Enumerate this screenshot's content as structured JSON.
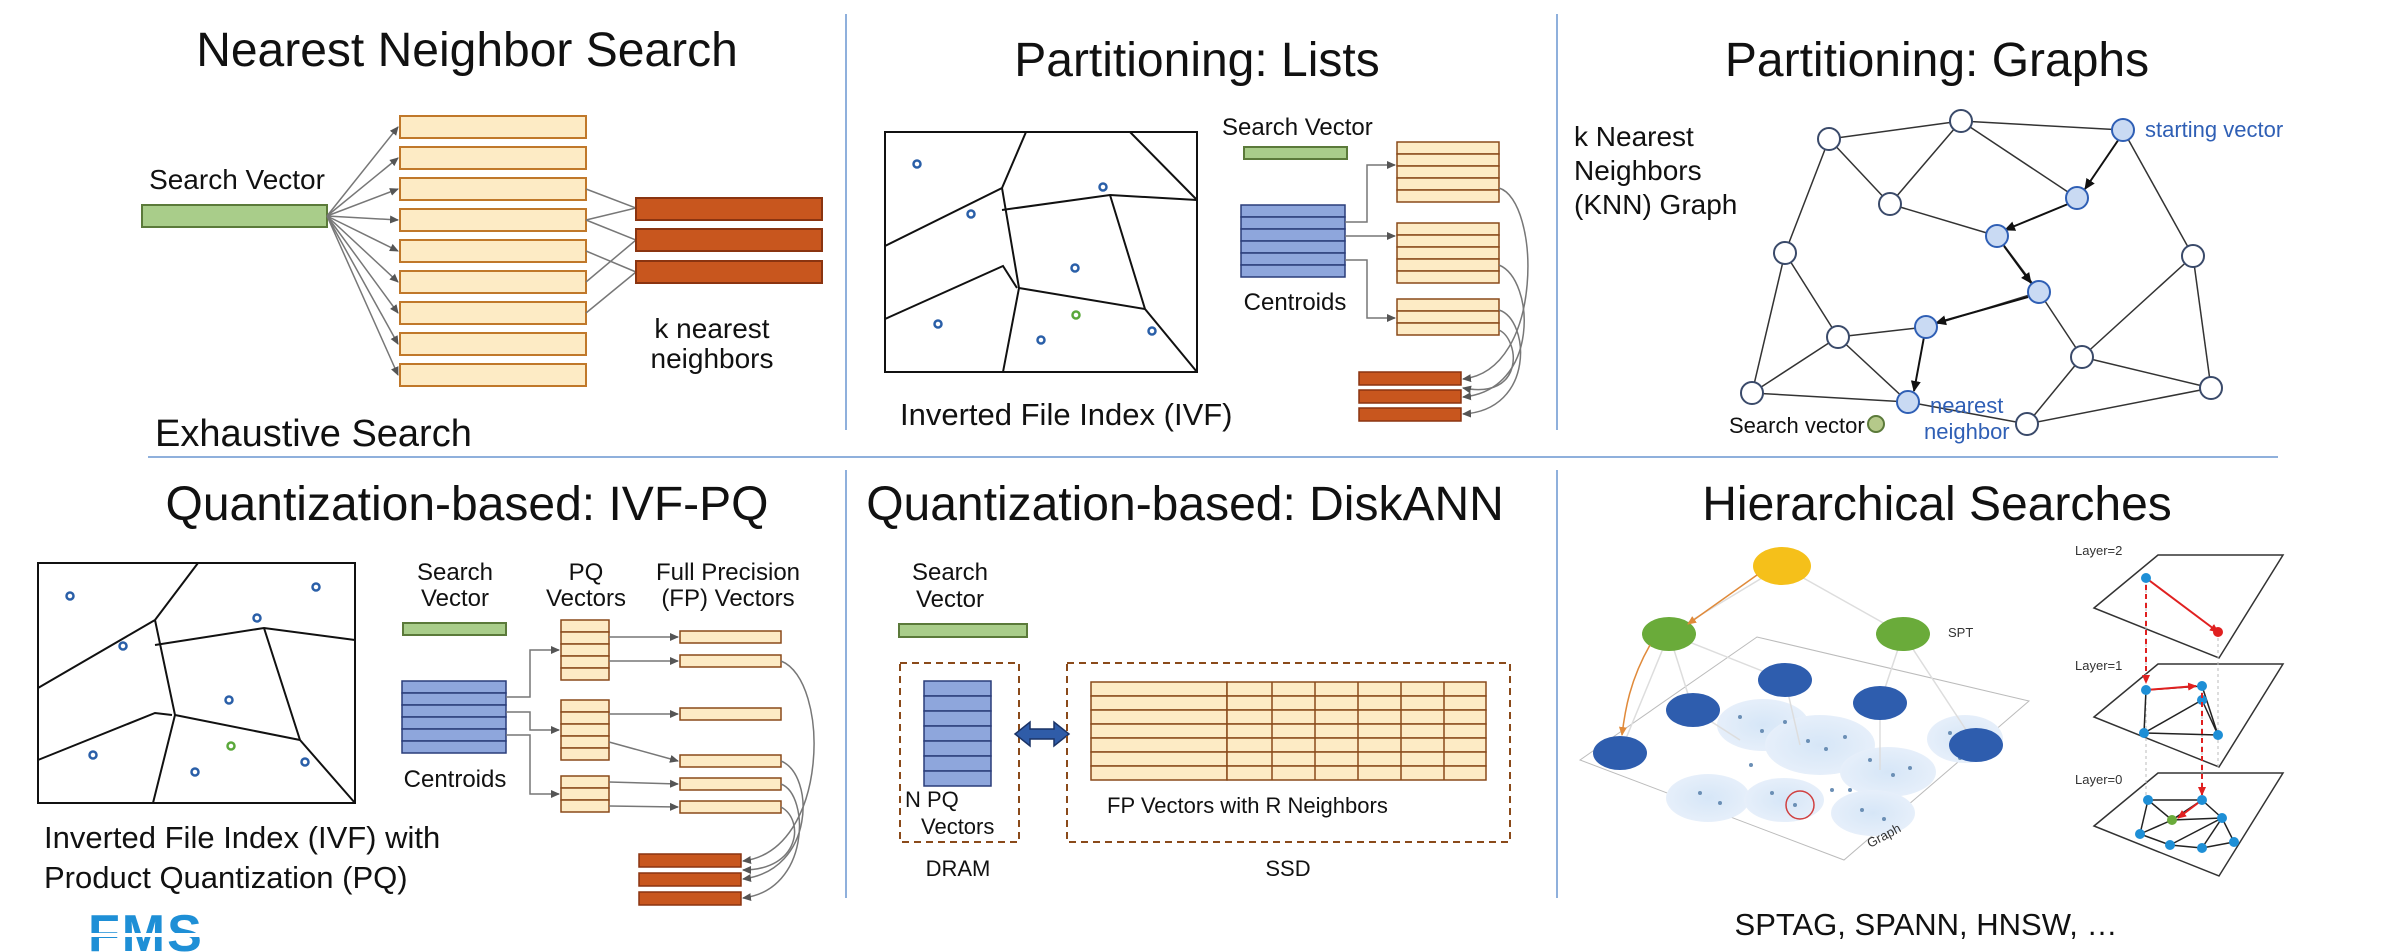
{
  "panels": {
    "nn": {
      "title": "Nearest Neighbor Search",
      "search_vector": "Search Vector",
      "knn_line1": "k nearest",
      "knn_line2": "neighbors",
      "footer": "Exhaustive Search"
    },
    "lists": {
      "title": "Partitioning: Lists",
      "search_vector": "Search Vector",
      "centroids": "Centroids",
      "ivf": "Inverted File Index (IVF)"
    },
    "graphs": {
      "title": "Partitioning: Graphs",
      "knn_line1": "k Nearest",
      "knn_line2": "Neighbors",
      "knn_line3": "(KNN) Graph",
      "starting_vector": "starting vector",
      "nearest_line1": "nearest",
      "nearest_line2": "neighbor",
      "search_vector": "Search vector"
    },
    "ivfpq": {
      "title": "Quantization-based: IVF-PQ",
      "search_line1": "Search",
      "search_line2": "Vector",
      "pq_line1": "PQ",
      "pq_line2": "Vectors",
      "fp_line1": "Full Precision",
      "fp_line2": "(FP) Vectors",
      "centroids": "Centroids",
      "caption_line1": "Inverted File Index (IVF) with",
      "caption_line2": "Product Quantization (PQ)"
    },
    "diskann": {
      "title": "Quantization-based: DiskANN",
      "search_line1": "Search",
      "search_line2": "Vector",
      "npq_line1": "N PQ",
      "npq_line2": "Vectors",
      "fp_label": "FP Vectors with R Neighbors",
      "dram": "DRAM",
      "ssd": "SSD"
    },
    "hier": {
      "title": "Hierarchical Searches",
      "spt": "SPT",
      "graph_axis": "Graph",
      "layer2": "Layer=2",
      "layer1": "Layer=1",
      "layer0": "Layer=0",
      "footer": "SPTAG, SPANN, HNSW, …"
    }
  },
  "logo": {
    "text": "FMS"
  },
  "colors": {
    "cream_fill": "#fdebc5",
    "cream_stroke": "#c0782a",
    "orange_fill": "#c8561e",
    "green_fill": "#a9cd8a",
    "blue_fill": "#8ea6dc",
    "node_blue": "#c9daf3",
    "divider_blue": "#8fb0dc",
    "accent_blue": "#2f5fb5"
  }
}
